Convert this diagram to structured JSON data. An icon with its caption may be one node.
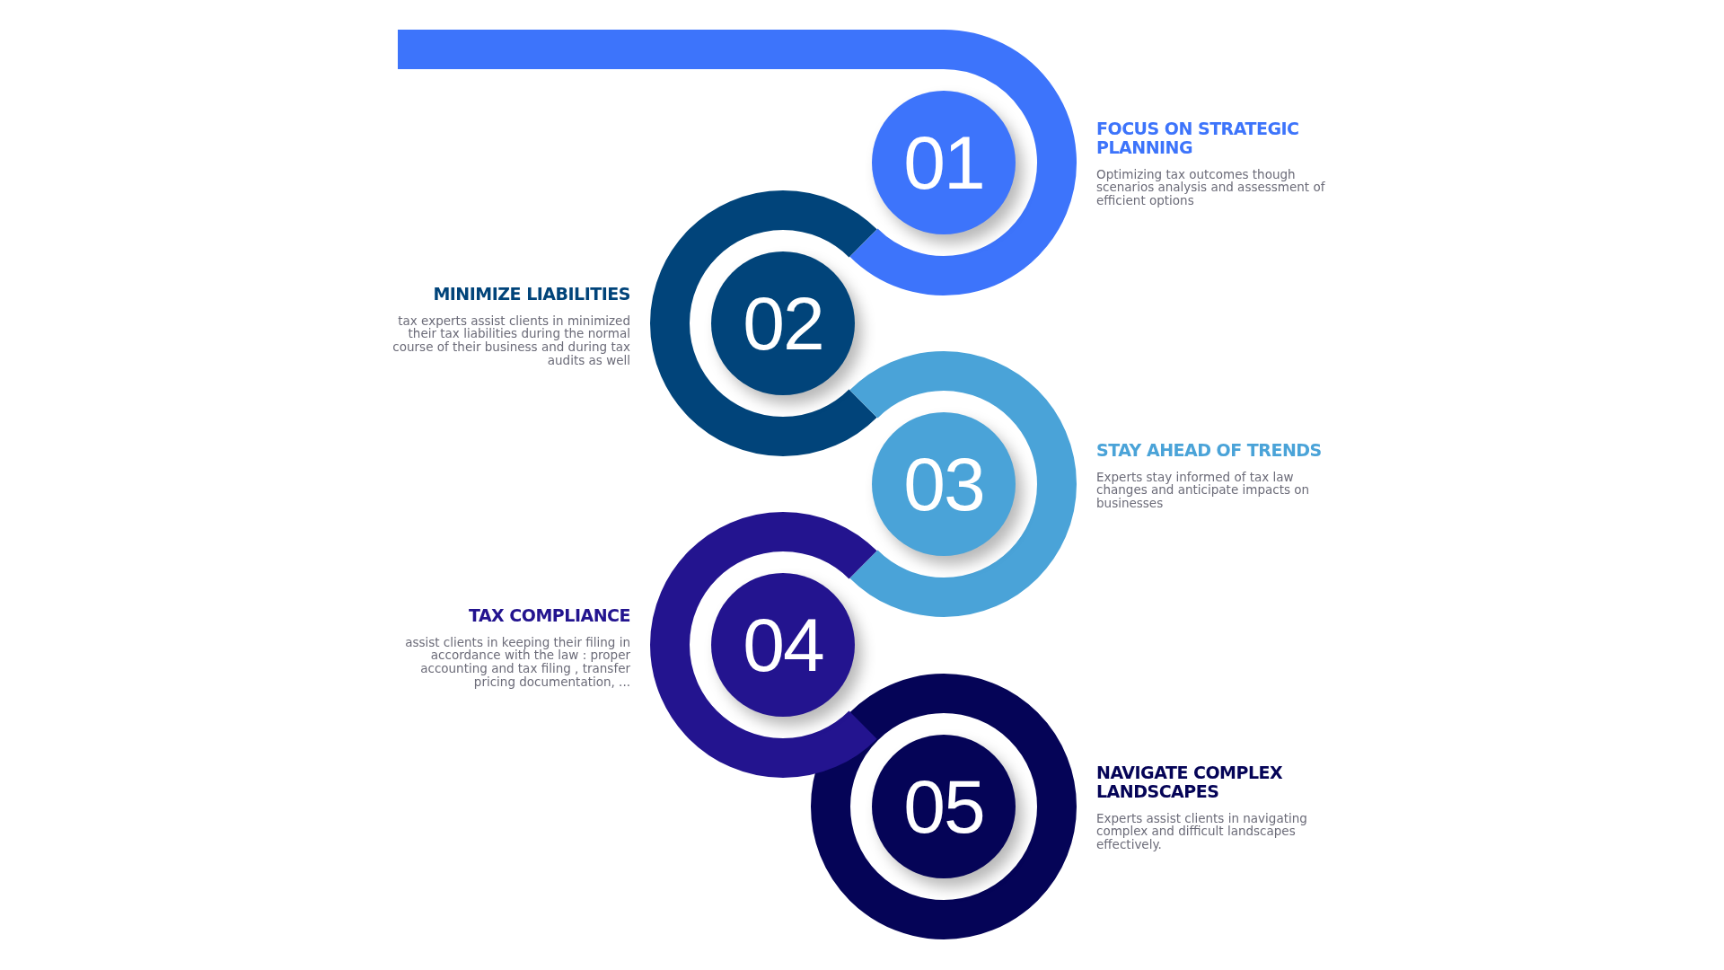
{
  "diagram": {
    "nodes": [
      {
        "text": [
          "01"
        ],
        "beside": [
          "FOCUS ON STRATEGIC PLANNING",
          "Optimizing tax outcomes though scenarios analysis and assessment of efficient options"
        ]
      },
      {
        "text": [
          "02"
        ],
        "beside": [
          "MINIMIZE LIABILITIES",
          "tax experts assist clients in minimized their tax liabilities during the normal course of their business and during tax audits as well"
        ]
      },
      {
        "text": [
          "03"
        ],
        "beside": [
          "STAY AHEAD OF TRENDS",
          "Experts stay informed of tax law changes and anticipate impacts on businesses"
        ]
      },
      {
        "text": [
          "04"
        ],
        "beside": [
          "TAX COMPLIANCE",
          "assist clients in keeping their filing in accordance with the law : proper accounting and tax filing , transfer pricing documentation, ..."
        ]
      },
      {
        "text": [
          "05"
        ],
        "beside": [
          "NAVIGATE COMPLEX LANDSCAPES",
          "Experts assist clients in navigating complex and difficult landscapes effectively."
        ]
      }
    ]
  }
}
